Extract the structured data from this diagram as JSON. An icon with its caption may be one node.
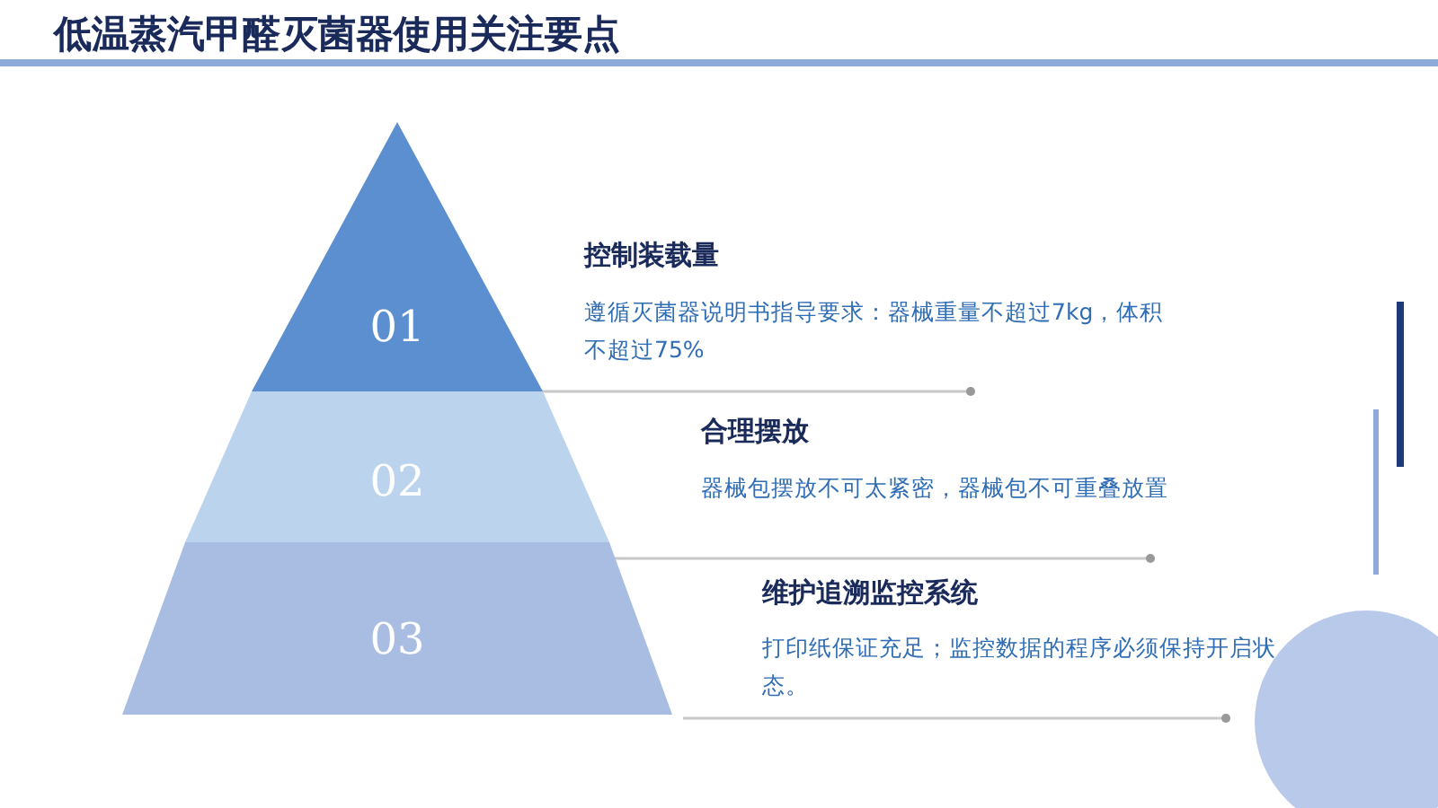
{
  "diagram": {
    "title": "低温蒸汽甲醛灭菌器使用关注要点",
    "nodes": [
      {
        "text": [
          "01"
        ],
        "beside": [
          "控制装载量",
          "遵循灭菌器说明书指导要求：器械重量不超过7kg，体积不超过75%"
        ]
      },
      {
        "text": [
          "02"
        ],
        "beside": [
          "合理摆放",
          "器械包摆放不可太紧密，器械包不可重叠放置"
        ]
      },
      {
        "text": [
          "03"
        ],
        "beside": [
          "维护追溯监控系统",
          "打印纸保证充足；监控数据的程序必须保持开启状态。"
        ]
      }
    ]
  }
}
